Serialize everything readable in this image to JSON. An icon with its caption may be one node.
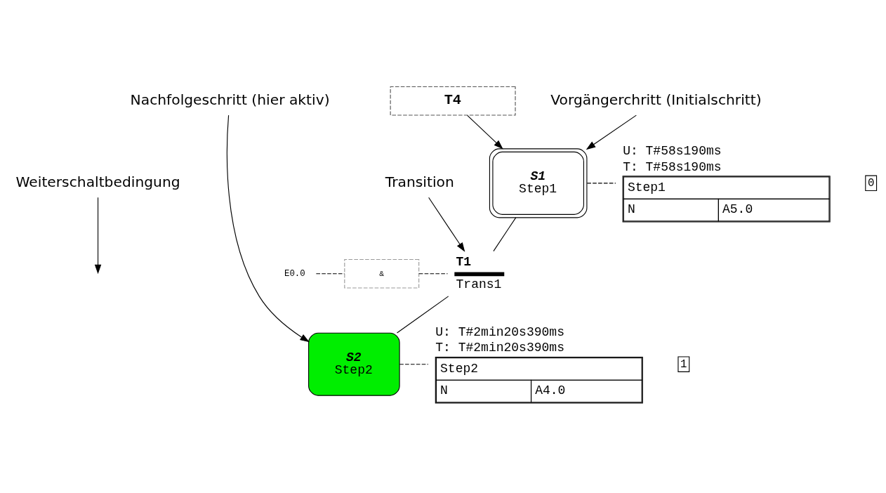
{
  "diagram": {
    "nodes": [
      {
        "text": [
          "Weiterschaltbedingung"
        ]
      },
      {
        "text": [
          "Transition"
        ]
      },
      {
        "text": [
          "T4"
        ]
      },
      {
        "text": [
          "S1",
          "Step1"
        ]
      },
      {
        "text": [
          "Step1",
          "N",
          "A5.0"
        ],
        "beside": [
          "U: T#58s190ms",
          "T: T#58s190ms"
        ]
      },
      {
        "text": [
          "0"
        ]
      },
      {
        "text": [
          "E0.0"
        ]
      },
      {
        "text": [
          "&"
        ]
      },
      {
        "text": [
          "T1",
          "Trans1"
        ]
      },
      {
        "text": [
          "S2",
          "Step2"
        ]
      },
      {
        "text": [
          "Step2",
          "N",
          "A4.0"
        ],
        "beside": [
          "U: T#2min20s390ms",
          "T: T#2min20s390ms"
        ]
      },
      {
        "text": [
          "1"
        ]
      },
      {
        "text": [
          "Vorgängerchritt (Initialschritt)"
        ]
      },
      {
        "text": [
          "Nachfolgeschritt (hier aktiv)"
        ]
      }
    ],
    "edges": [
      {
        "from": 0,
        "to": null,
        "arrow": "to"
      },
      {
        "from": 1,
        "to": 8,
        "arrow": "to"
      },
      {
        "from": 2,
        "to": 3,
        "arrow": "to"
      },
      {
        "from": 3,
        "to": 8,
        "arrow": "none"
      },
      {
        "from": 8,
        "to": 9,
        "arrow": "none"
      },
      {
        "from": 6,
        "to": 7,
        "arrow": "none",
        "style": "dashed"
      },
      {
        "from": 7,
        "to": 8,
        "arrow": "none",
        "style": "dashed"
      },
      {
        "from": 3,
        "to": 4,
        "arrow": "none",
        "style": "dashed"
      },
      {
        "from": 9,
        "to": 10,
        "arrow": "none",
        "style": "dashed"
      },
      {
        "from": 12,
        "to": 3,
        "arrow": "to"
      },
      {
        "from": 13,
        "to": 9,
        "arrow": "to"
      }
    ]
  }
}
